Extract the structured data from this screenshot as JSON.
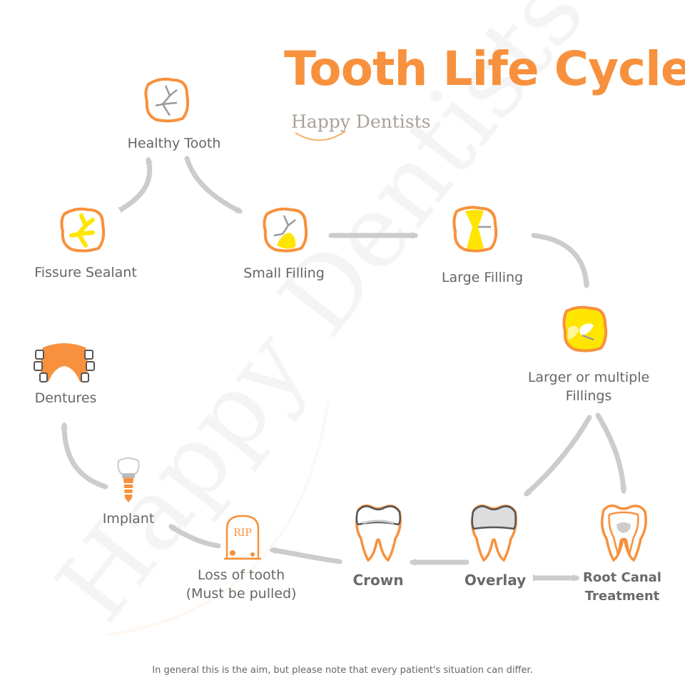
{
  "title": "Tooth Life Cycle",
  "brand": "Happy Dentists",
  "watermark": "Happy Dentists",
  "footnote": "In general this is the aim, but please note that every patient's situation can differ.",
  "stages": {
    "healthy": "Healthy Tooth",
    "fissure": "Fissure Sealant",
    "small": "Small Filling",
    "large": "Large Filling",
    "larger_line1": "Larger or multiple",
    "larger_line2": "Fillings",
    "root_line1": "Root Canal",
    "root_line2": "Treatment",
    "overlay": "Overlay",
    "crown": "Crown",
    "loss_line1": "Loss of tooth",
    "loss_line2": "(Must be pulled)",
    "implant": "Implant",
    "dentures": "Dentures"
  },
  "rip_text": "RIP",
  "colors": {
    "accent": "#f7913d",
    "filling": "#ffe500",
    "arrow": "#cccccc",
    "text": "#666666",
    "crack": "#9a9a9a"
  }
}
